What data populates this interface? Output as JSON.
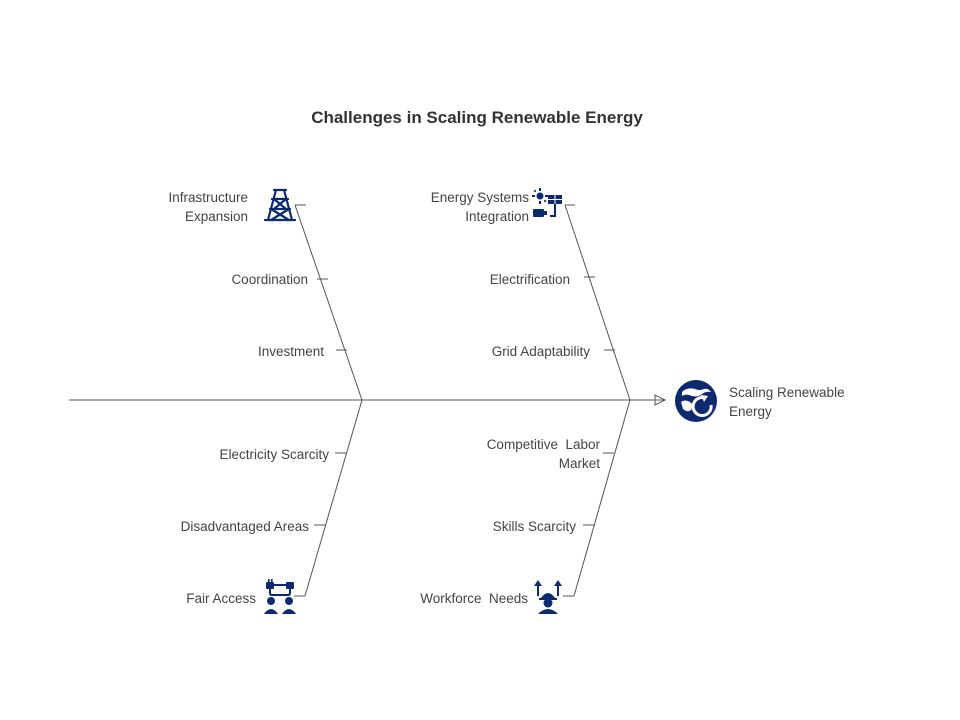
{
  "title": "Challenges in Scaling Renewable Energy",
  "effect": {
    "label": "Scaling Renewable\nEnergy",
    "icon": "renewable-cycle-icon"
  },
  "branches": [
    {
      "group": "upper-left",
      "causes": [
        "Infrastructure\nExpansion",
        "Coordination",
        "Investment"
      ],
      "icon": "transmission-tower-icon"
    },
    {
      "group": "upper-right",
      "causes": [
        "Energy Systems\nIntegration",
        "Electrification",
        "Grid Adaptability"
      ],
      "icon": "energy-systems-icon"
    },
    {
      "group": "lower-left",
      "causes": [
        "Electricity Scarcity",
        "Disadvantaged Areas",
        "Fair Access"
      ],
      "icon": "fair-access-icon"
    },
    {
      "group": "lower-right",
      "causes": [
        "Competitive  Labor\nMarket",
        "Skills Scarcity",
        "Workforce  Needs"
      ],
      "icon": "workforce-icon"
    }
  ],
  "colors": {
    "icon": "#0d2a6e",
    "line": "#555555",
    "text": "#444444"
  }
}
